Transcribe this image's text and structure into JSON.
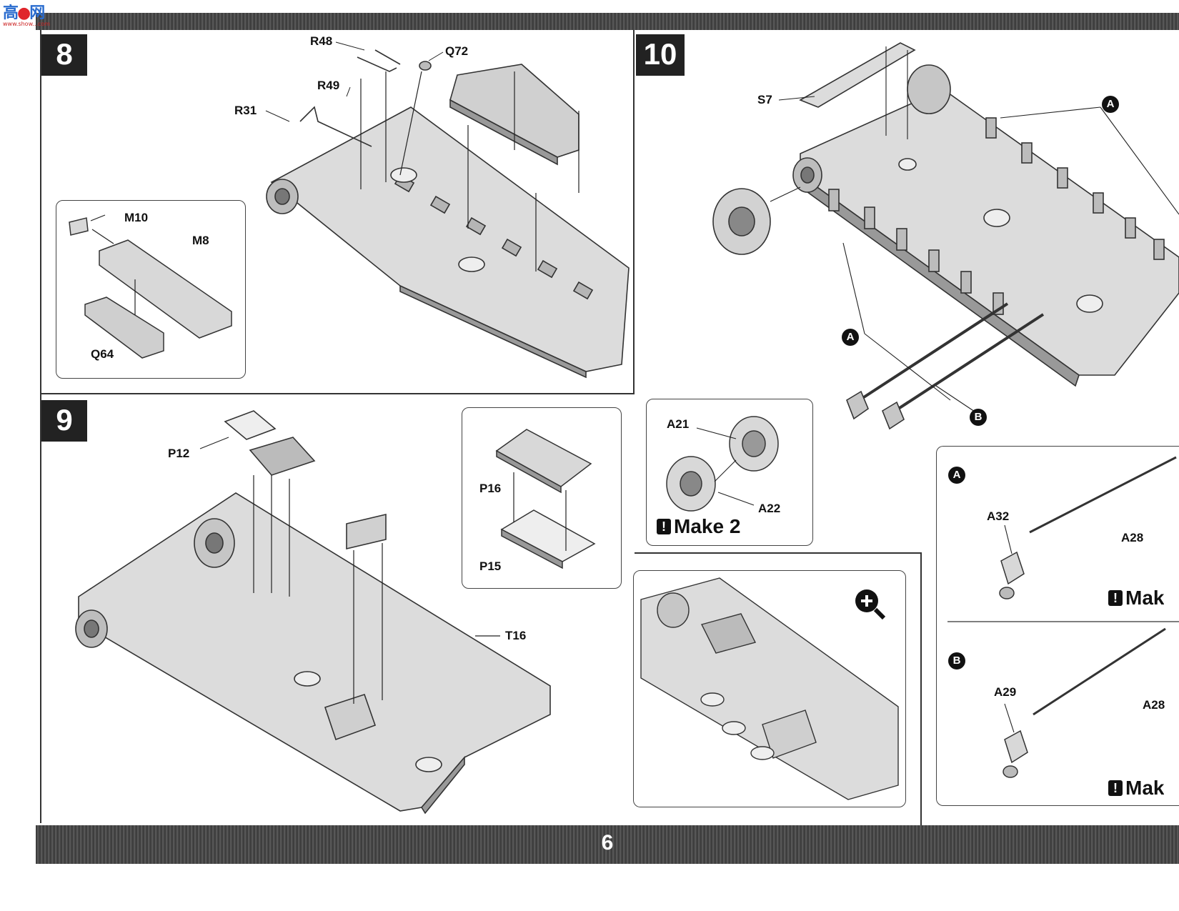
{
  "logo": {
    "text": "高▣网",
    "sub": "www.show...com"
  },
  "page_number": "6",
  "colors": {
    "band": "#4a4a4a",
    "ink": "#111111",
    "part": "#d8d8d8"
  },
  "step8": {
    "number": "8",
    "labels": {
      "r48": "R48",
      "q72": "Q72",
      "r49": "R49",
      "r31": "R31"
    },
    "inset": {
      "m10": "M10",
      "m8": "M8",
      "q64": "Q64"
    }
  },
  "step9": {
    "number": "9",
    "labels": {
      "p12": "P12",
      "t16": "T16"
    },
    "inset": {
      "p16": "P16",
      "p15": "P15"
    },
    "zoom_icon": "magnify-plus-icon"
  },
  "step10": {
    "number": "10",
    "labels": {
      "s7": "S7",
      "a_top": "A",
      "a_left": "A",
      "b": "B"
    },
    "sprocket_inset": {
      "a21": "A21",
      "a22": "A22",
      "make": "Make 2"
    },
    "sub_a": {
      "marker": "A",
      "a32": "A32",
      "a28": "A28",
      "make": "Mak"
    },
    "sub_b": {
      "marker": "B",
      "a29": "A29",
      "a28": "A28",
      "make": "Mak"
    }
  },
  "icons": {
    "warning": "exclamation-icon",
    "zoom": "magnify-plus-icon"
  }
}
